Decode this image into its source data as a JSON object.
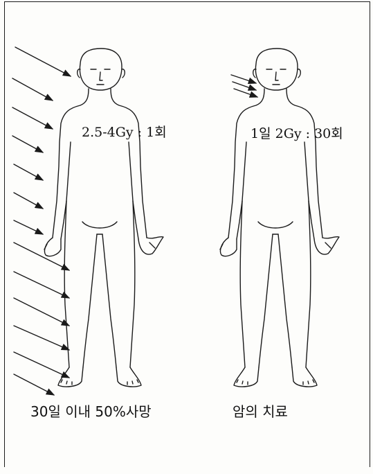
{
  "panels": {
    "left": {
      "dose_label": "2.5-4Gy : 1회",
      "caption": "30일 이내 50%사망"
    },
    "right": {
      "dose_label": "1일 2Gy : 30회",
      "caption": "암의 치료"
    }
  },
  "colors": {
    "ink": "#1a1a1a",
    "paper": "#fdfdfb"
  }
}
